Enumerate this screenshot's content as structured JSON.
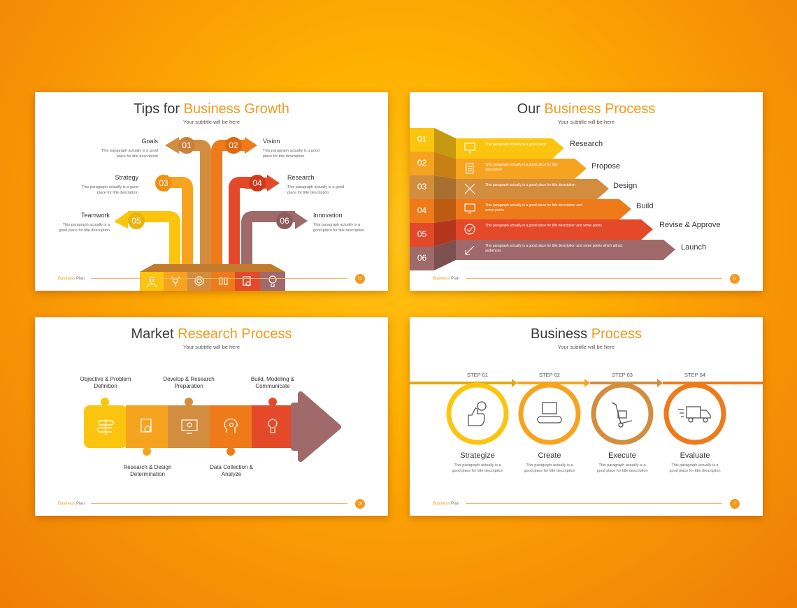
{
  "theme": {
    "accent": "#f39a1e",
    "background": "#ffb200"
  },
  "slides": [
    {
      "title_plain": "Tips for ",
      "title_accent": "Business Growth",
      "subtitle": "Your subtitle will be here",
      "footer_brand": "Business",
      "footer_brand2": "Plan",
      "page_number": "12",
      "items": [
        {
          "num": "01",
          "label": "Goals",
          "desc": "This paragraph actually is a good place for title description"
        },
        {
          "num": "02",
          "label": "Vision",
          "desc": "This paragraph actually is a good place for title description"
        },
        {
          "num": "03",
          "label": "Strategy",
          "desc": "This paragraph actually is a good place for title description"
        },
        {
          "num": "04",
          "label": "Research",
          "desc": "This paragraph actually is a good place for title description"
        },
        {
          "num": "05",
          "label": "Teamwork",
          "desc": "This paragraph actually is a good place for title description"
        },
        {
          "num": "06",
          "label": "Innovation",
          "desc": "This paragraph actually is a good place for title description"
        }
      ],
      "base_icons": [
        "team-icon",
        "network-icon",
        "target-icon",
        "binoculars-icon",
        "document-search-icon",
        "lightbulb-icon"
      ]
    },
    {
      "title_plain": "Our ",
      "title_accent": "Business Process",
      "subtitle": "Your subtitle will be here",
      "footer_brand": "Business",
      "footer_brand2": "Plan",
      "page_number": "11",
      "steps": [
        {
          "num": "01",
          "label": "Research",
          "desc": "This paragraph actually is a good place",
          "icon": "presentation-icon",
          "color": "#fbc50f"
        },
        {
          "num": "02",
          "label": "Propose",
          "desc": "This paragraph actually is a good place for title description",
          "icon": "document-icon",
          "color": "#f6a41f"
        },
        {
          "num": "03",
          "label": "Design",
          "desc": "This paragraph actually is a good place for title description",
          "icon": "tools-icon",
          "color": "#d38d3f"
        },
        {
          "num": "04",
          "label": "Build",
          "desc": "This paragraph actually is a good place for title description and some points",
          "icon": "monitor-code-icon",
          "color": "#ee7a1a"
        },
        {
          "num": "05",
          "label": "Revise & Approve",
          "desc": "This paragraph actually is a good place for title description and some points",
          "icon": "checkmark-icon",
          "color": "#e4492a"
        },
        {
          "num": "06",
          "label": "Launch",
          "desc": "This paragraph actually is a good place for title description and some points which attract audiences",
          "icon": "rocket-icon",
          "color": "#a06a6a"
        }
      ]
    },
    {
      "title_plain": "Market ",
      "title_accent": "Research Process",
      "subtitle": "Your subtitle will be here",
      "footer_brand": "Business",
      "footer_brand2": "Plan",
      "page_number": "16",
      "top_labels": [
        "Objective & Problem Definition",
        "Develop & Research Preparation",
        "Build, Modeling & Communicate"
      ],
      "bottom_labels": [
        "Research & Design Determination",
        "Data Collection & Analyze"
      ],
      "pieces": [
        {
          "icon": "signpost-icon",
          "color": "#fbc50f"
        },
        {
          "icon": "document-search-icon",
          "color": "#f6a41f"
        },
        {
          "icon": "monitor-gear-icon",
          "color": "#d38d3f"
        },
        {
          "icon": "head-gear-icon",
          "color": "#ee7a1a"
        },
        {
          "icon": "lightbulb-icon",
          "color": "#e4492a"
        },
        {
          "icon": "arrow-head",
          "color": "#a06a6a"
        }
      ]
    },
    {
      "title_plain": "Business ",
      "title_accent": "Process",
      "subtitle": "Your subtitle will be here",
      "footer_brand": "Business",
      "footer_brand2": "Plan",
      "page_number": "7",
      "steps": [
        {
          "step": "STEP 01",
          "label": "Strategize",
          "desc": "This paragraph actually is a good place for title description",
          "icon": "thumbs-up-chat-icon",
          "color": "#fbc50f"
        },
        {
          "step": "STEP 02",
          "label": "Create",
          "desc": "This paragraph actually is a good place for title description",
          "icon": "conveyor-box-icon",
          "color": "#f6a41f"
        },
        {
          "step": "STEP 03",
          "label": "Execute",
          "desc": "This paragraph actually is a good place for title description",
          "icon": "hand-truck-icon",
          "color": "#d38d3f"
        },
        {
          "step": "STEP 04",
          "label": "Evaluate",
          "desc": "This paragraph actually is a good place for title description",
          "icon": "delivery-truck-icon",
          "color": "#ee7a1a"
        }
      ]
    }
  ]
}
